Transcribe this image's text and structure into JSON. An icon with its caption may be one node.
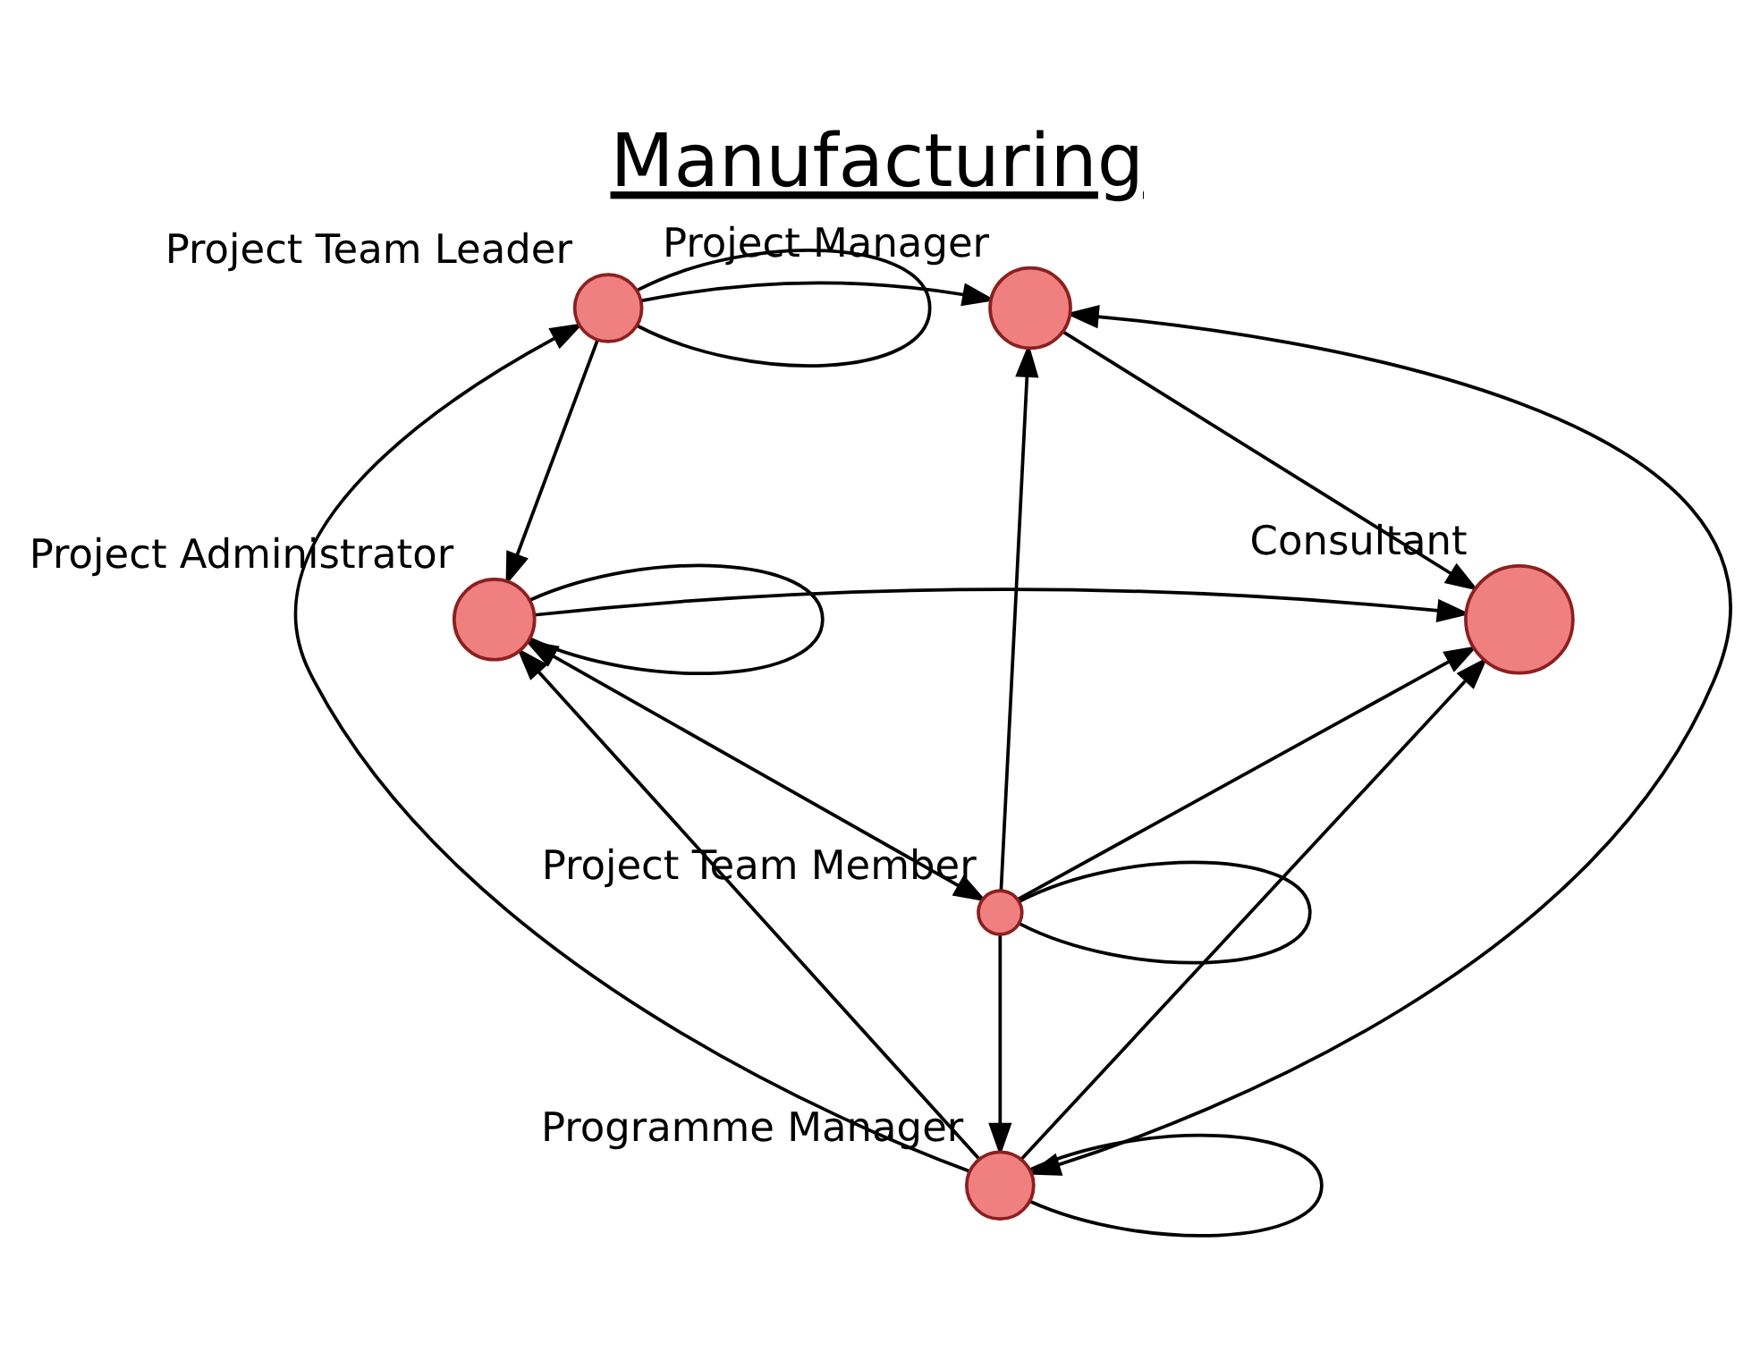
{
  "diagram": {
    "title": "Manufacturing",
    "nodes": [
      {
        "text": [],
        "shape": "circle",
        "beside": [
          "Project Team Leader"
        ]
      },
      {
        "text": [],
        "shape": "circle",
        "beside": [
          "Project Manager"
        ]
      },
      {
        "text": [],
        "shape": "circle",
        "beside": [
          "Programme Manager"
        ]
      },
      {
        "text": [],
        "shape": "circle",
        "beside": [
          "Consultant"
        ]
      },
      {
        "text": [],
        "shape": "circle",
        "beside": [
          "Project Administrator"
        ]
      },
      {
        "text": [],
        "shape": "circle",
        "beside": [
          "Project Team Member"
        ]
      }
    ],
    "edges": [
      {
        "from": 0,
        "to": 0,
        "arrow": "none"
      },
      {
        "from": 0,
        "to": 1,
        "arrow": "to"
      },
      {
        "from": 0,
        "to": 4,
        "arrow": "to"
      },
      {
        "from": 2,
        "to": 0,
        "arrow": "to"
      },
      {
        "from": 2,
        "to": 1,
        "arrow": "both"
      },
      {
        "from": 2,
        "to": 2,
        "arrow": "none"
      },
      {
        "from": 2,
        "to": 3,
        "arrow": "to"
      },
      {
        "from": 2,
        "to": 4,
        "arrow": "to"
      },
      {
        "from": 1,
        "to": 3,
        "arrow": "to"
      },
      {
        "from": 4,
        "to": 4,
        "arrow": "none"
      },
      {
        "from": 4,
        "to": 3,
        "arrow": "to"
      },
      {
        "from": 4,
        "to": 5,
        "arrow": "both"
      },
      {
        "from": 5,
        "to": 2,
        "arrow": "to"
      },
      {
        "from": 5,
        "to": 1,
        "arrow": "to"
      },
      {
        "from": 5,
        "to": 3,
        "arrow": "to"
      },
      {
        "from": 5,
        "to": 5,
        "arrow": "none"
      }
    ]
  }
}
